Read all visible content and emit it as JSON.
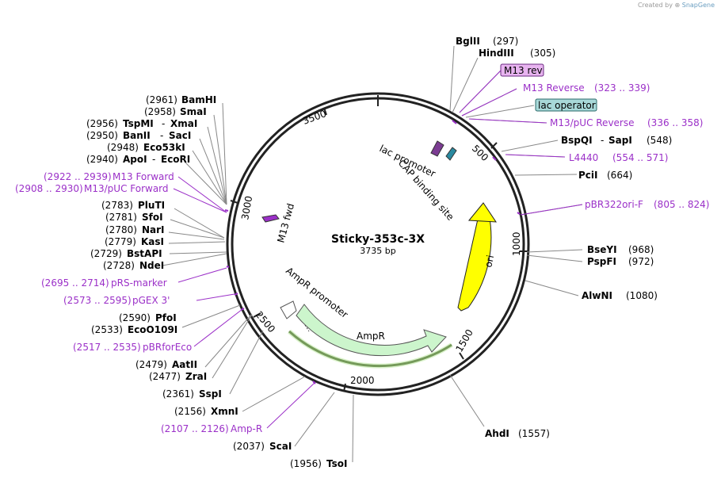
{
  "credit": {
    "prefix": "Created by",
    "brand": "SnapGene"
  },
  "plasmid": {
    "name": "Sticky-353c-3X",
    "size_label": "3735 bp"
  },
  "ticks": [
    "500",
    "1000",
    "1500",
    "2000",
    "2500",
    "3000",
    "3500"
  ],
  "features": {
    "ori": "ori",
    "ampr": "AmpR",
    "ampr_promoter": "AmpR promoter",
    "lac_promoter": "lac promoter",
    "cap_site": "CAP binding site",
    "m13_fwd": "M13 fwd"
  },
  "right_labels": [
    {
      "name": "BglII",
      "pos": "(297)"
    },
    {
      "name": "HindIII",
      "pos": "(305)"
    },
    {
      "name": "M13 rev",
      "pos": ""
    },
    {
      "name": "M13 Reverse",
      "pos": "(323 .. 339)"
    },
    {
      "name": "lac operator",
      "pos": ""
    },
    {
      "name": "M13/pUC Reverse",
      "pos": "(336 .. 358)"
    },
    {
      "name": "BspQI",
      "name2": "SapI",
      "pos": "(548)"
    },
    {
      "name": "L4440",
      "pos": "(554 .. 571)"
    },
    {
      "name": "PciI",
      "pos": "(664)"
    },
    {
      "name": "pBR322ori-F",
      "pos": "(805 .. 824)"
    },
    {
      "name": "BseYI",
      "pos": "(968)"
    },
    {
      "name": "PspFI",
      "pos": "(972)"
    },
    {
      "name": "AlwNI",
      "pos": "(1080)"
    },
    {
      "name": "AhdI",
      "pos": "(1557)"
    }
  ],
  "left_labels": [
    {
      "pos": "(2961)",
      "name": "BamHI"
    },
    {
      "pos": "(2958)",
      "name": "SmaI"
    },
    {
      "pos": "(2956)",
      "name": "TspMI",
      "name2": "XmaI"
    },
    {
      "pos": "(2950)",
      "name": "BanII",
      "name2": "SacI"
    },
    {
      "pos": "(2948)",
      "name": "Eco53kI"
    },
    {
      "pos": "(2940)",
      "name": "ApoI",
      "name2": "EcoRI"
    },
    {
      "pos": "(2922 .. 2939)",
      "name": "M13 Forward"
    },
    {
      "pos": "(2908 .. 2930)",
      "name": "M13/pUC Forward"
    },
    {
      "pos": "(2783)",
      "name": "PluTI"
    },
    {
      "pos": "(2781)",
      "name": "SfoI"
    },
    {
      "pos": "(2780)",
      "name": "NarI"
    },
    {
      "pos": "(2779)",
      "name": "KasI"
    },
    {
      "pos": "(2729)",
      "name": "BstAPI"
    },
    {
      "pos": "(2728)",
      "name": "NdeI"
    },
    {
      "pos": "(2695 .. 2714)",
      "name": "pRS-marker"
    },
    {
      "pos": "(2573 .. 2595)",
      "name": "pGEX 3'"
    },
    {
      "pos": "(2590)",
      "name": "PfoI"
    },
    {
      "pos": "(2533)",
      "name": "EcoO109I"
    },
    {
      "pos": "(2517 .. 2535)",
      "name": "pBRforEco"
    },
    {
      "pos": "(2479)",
      "name": "AatII"
    },
    {
      "pos": "(2477)",
      "name": "ZraI"
    },
    {
      "pos": "(2361)",
      "name": "SspI"
    },
    {
      "pos": "(2156)",
      "name": "XmnI"
    },
    {
      "pos": "(2107 .. 2126)",
      "name": "Amp-R"
    },
    {
      "pos": "(2037)",
      "name": "ScaI"
    },
    {
      "pos": "(1956)",
      "name": "TsoI"
    }
  ],
  "colors": {
    "ori": "#ffff00",
    "ampr": "#ccf5cc",
    "primer": "#9b30c8",
    "m13_rev_box": "#e8b4f0",
    "lac_op_box": "#a8d8d8"
  }
}
